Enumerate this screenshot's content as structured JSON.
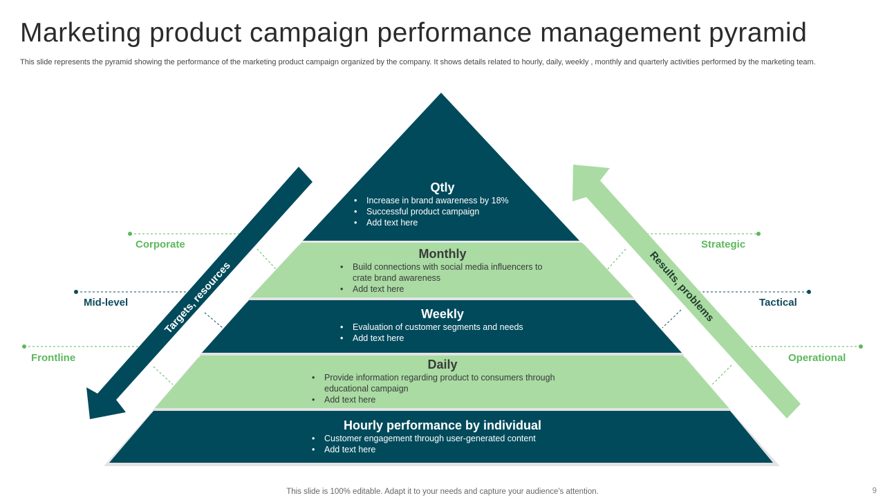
{
  "slide": {
    "title": "Marketing product campaign performance management pyramid",
    "subtitle": "This slide represents the pyramid showing the performance of the marketing product campaign organized by the company. It shows details related to hourly, daily, weekly , monthly and quarterly activities performed by the marketing team.",
    "footer": "This slide is 100% editable. Adapt it to your needs and capture your audience's attention.",
    "page_number": "9"
  },
  "colors": {
    "dark": "#004a5b",
    "light": "#a9dba3",
    "green_label": "#5cb85c",
    "teal_label": "#0d4a5c"
  },
  "left_labels": {
    "corporate": "Corporate",
    "mid_level": "Mid-level",
    "frontline": "Frontline"
  },
  "right_labels": {
    "strategic": "Strategic",
    "tactical": "Tactical",
    "operational": "Operational"
  },
  "arrows": {
    "down_text": "Targets, resources",
    "up_text": "Results, problems"
  },
  "tiers": [
    {
      "title": "Qtly",
      "bullets": [
        "Increase in brand awareness by 18%",
        "Successful product campaign",
        "Add text here"
      ]
    },
    {
      "title": "Monthly",
      "bullets": [
        "Build connections with social media influencers to crate brand awareness",
        "Add text here"
      ]
    },
    {
      "title": "Weekly",
      "bullets": [
        "Evaluation of customer segments and needs",
        "Add text here"
      ]
    },
    {
      "title": "Daily",
      "bullets": [
        "Provide information regarding product to consumers through educational campaign",
        "Add text here"
      ]
    },
    {
      "title": "Hourly performance by individual",
      "bullets": [
        "Customer engagement through user-generated content",
        "Add text here"
      ]
    }
  ]
}
